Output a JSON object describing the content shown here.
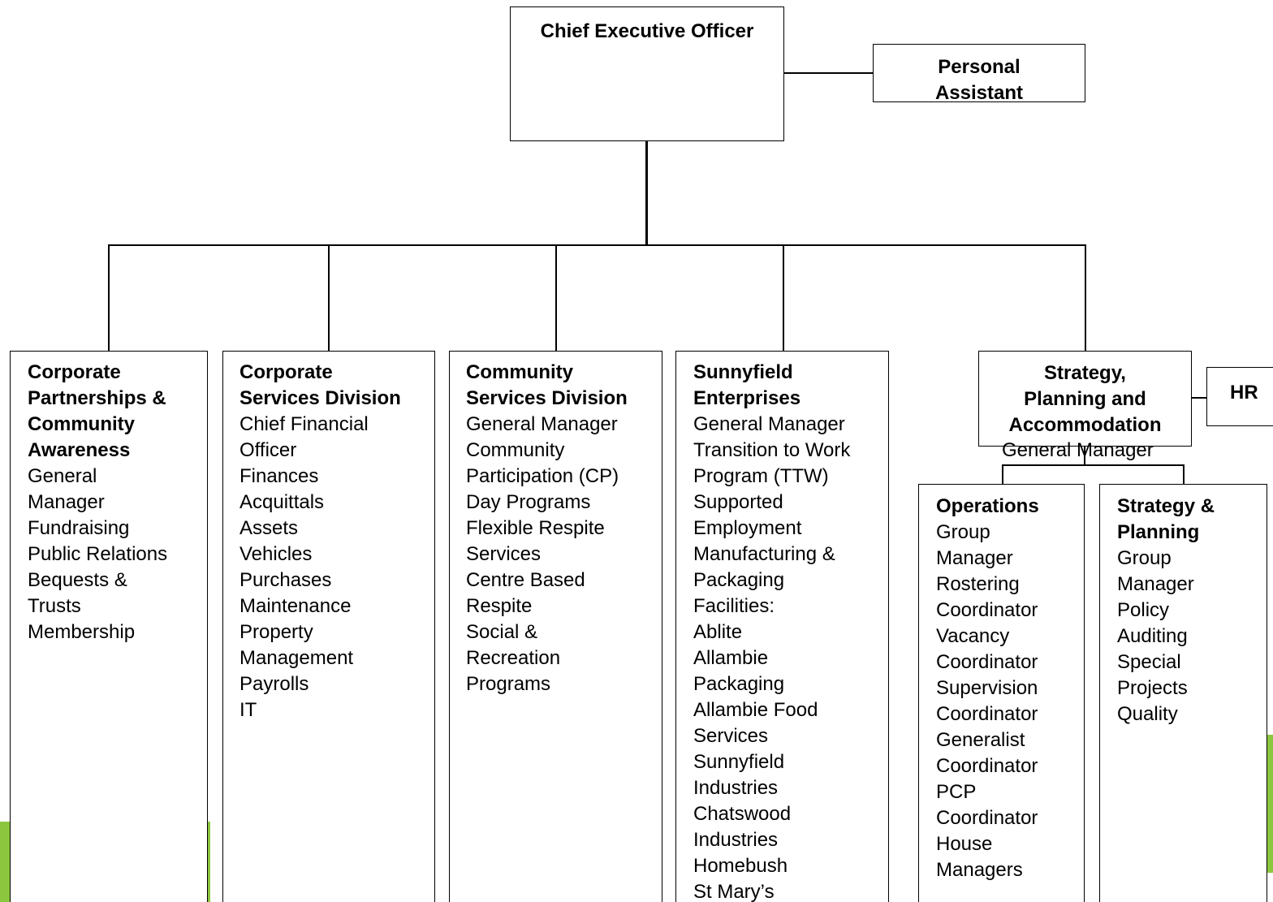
{
  "ceo": {
    "title": "Chief Executive Officer"
  },
  "assistant": {
    "title": "Personal Assistant"
  },
  "divisions": [
    {
      "title": "Corporate Partnerships & Community Awareness",
      "lines": [
        "Corporate",
        "Partnerships &",
        "Community",
        "Awareness"
      ],
      "items": [
        "General",
        "Manager",
        "Fundraising",
        "Public Relations",
        "Bequests &",
        "Trusts",
        "Membership"
      ]
    },
    {
      "title": "Corporate Services Division",
      "lines": [
        "Corporate",
        "Services Division"
      ],
      "items": [
        "Chief Financial",
        "Officer",
        "Finances",
        "Acquittals",
        "Assets",
        "Vehicles",
        "Purchases",
        "Maintenance",
        "Property",
        "Management",
        "Payrolls",
        "IT"
      ]
    },
    {
      "title": "Community Services Division",
      "lines": [
        "Community",
        "Services Division"
      ],
      "items": [
        "General Manager",
        "Community",
        "Participation (CP)",
        "Day Programs",
        "Flexible Respite",
        "Services",
        "Centre Based",
        "Respite",
        "Social &",
        "Recreation",
        "Programs"
      ]
    },
    {
      "title": "Sunnyfield Enterprises",
      "lines": [
        "Sunnyfield",
        "Enterprises"
      ],
      "items": [
        "General Manager",
        "Transition to Work",
        "Program (TTW)",
        "Supported",
        "Employment",
        "Manufacturing &",
        "Packaging",
        "Facilities:",
        "Ablite",
        "Allambie",
        "Packaging",
        "Allambie Food",
        "Services",
        "Sunnyfield",
        "Industries",
        "Chatswood",
        "Industries",
        "Homebush",
        "St Mary’s"
      ]
    }
  ],
  "strategy": {
    "lines": [
      "Strategy,",
      "Planning and",
      "Accommodation"
    ],
    "subtitle": "General Manager"
  },
  "hr": {
    "title": "HR"
  },
  "operations": {
    "title": "Operations",
    "items": [
      "Group",
      "Manager",
      "Rostering",
      "Coordinator",
      "Vacancy",
      "Coordinator",
      "Supervision",
      "Coordinator",
      "Generalist",
      "Coordinator",
      "PCP",
      "Coordinator",
      "House",
      "Managers"
    ]
  },
  "strategy_planning": {
    "lines": [
      "Strategy &",
      "Planning"
    ],
    "items": [
      "Group",
      "Manager",
      "Policy",
      "Auditing",
      "Special",
      "Projects",
      "Quality"
    ]
  },
  "colors": {
    "line": "#000000",
    "decor": "#8cc63f"
  }
}
